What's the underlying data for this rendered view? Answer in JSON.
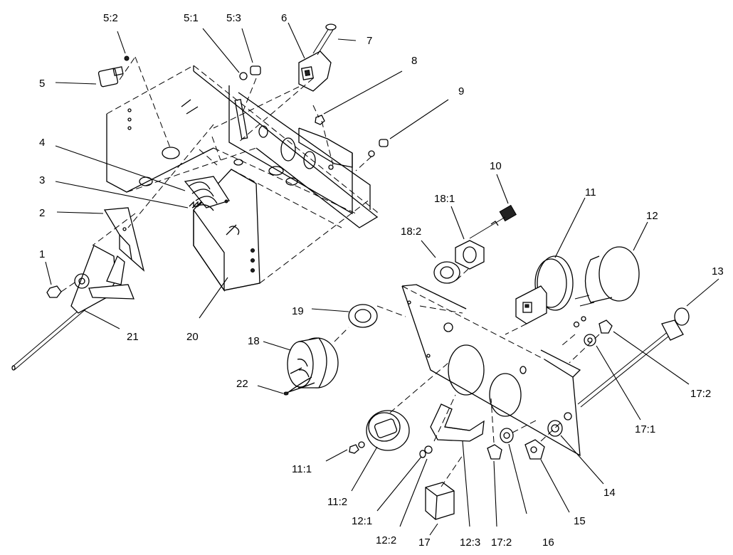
{
  "labels": {
    "c5_2": "5:2",
    "c5_1": "5:1",
    "c5_3": "5:3",
    "c6": "6",
    "c7": "7",
    "c8": "8",
    "c9": "9",
    "c5": "5",
    "c4": "4",
    "c3": "3",
    "c2": "2",
    "c1": "1",
    "c21": "21",
    "c20": "20",
    "c10": "10",
    "c18_1": "18:1",
    "c18_2": "18:2",
    "c11": "11",
    "c12": "12",
    "c13": "13",
    "c19": "19",
    "c18": "18",
    "c22": "22",
    "c17_2r": "17:2",
    "c17_1": "17:1",
    "c11_1": "11:1",
    "c11_2": "11:2",
    "c12_1": "12:1",
    "c12_2": "12:2",
    "c17": "17",
    "c12_3": "12:3",
    "c17_2b": "17:2",
    "c16": "16",
    "c15": "15",
    "c14": "14"
  }
}
